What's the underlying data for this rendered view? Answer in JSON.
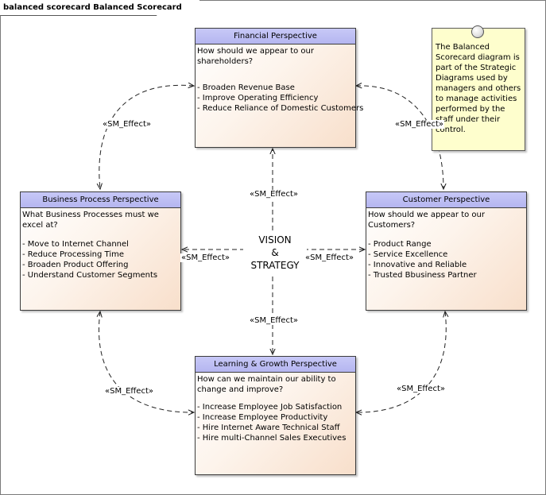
{
  "frame": {
    "title": "balanced scorecard Balanced Scorecard"
  },
  "center": {
    "line1": "VISION",
    "line2": "&",
    "line3": "STRATEGY"
  },
  "nodes": {
    "financial": {
      "title": "Financial Perspective",
      "question": "How should we appear to our shareholders?",
      "items": [
        "- Broaden Revenue Base",
        "- Improve Operating Efficiency",
        "- Reduce Reliance of Domestic Customers"
      ]
    },
    "business": {
      "title": "Business Process Perspective",
      "question": "What Business Processes must we excel at?",
      "items": [
        "- Move to Internet Channel",
        "- Reduce Processing Time",
        "- Broaden Product Offering",
        "- Understand Customer Segments"
      ]
    },
    "customer": {
      "title": "Customer Perspective",
      "question": "How should we appear to our Customers?",
      "items": [
        "- Product Range",
        "- Service Excellence",
        "- Innovative and Reliable",
        "- Trusted Bbusiness Partner"
      ]
    },
    "learning": {
      "title": "Learning & Growth Perspective",
      "question": "How can we maintain our ability to change and improve?",
      "items": [
        "- Increase Employee Job Satisfaction",
        "- Increase Employee Productivity",
        "- Hire Internet Aware Technical Staff",
        "- Hire multi-Channel Sales Executives"
      ]
    }
  },
  "note": {
    "text": "The Balanced Scorecard diagram is part of the Strategic Diagrams used by managers and others to manage activities performed by the staff under their control."
  },
  "edges": {
    "fin_bus": "«SM_Effect»",
    "fin_cust": "«SM_Effect»",
    "center_up": "«SM_Effect»",
    "center_left": "«SM_Effect»",
    "center_right": "«SM_Effect»",
    "center_down": "«SM_Effect»",
    "bus_learn": "«SM_Effect»",
    "cust_learn": "«SM_Effect»"
  }
}
